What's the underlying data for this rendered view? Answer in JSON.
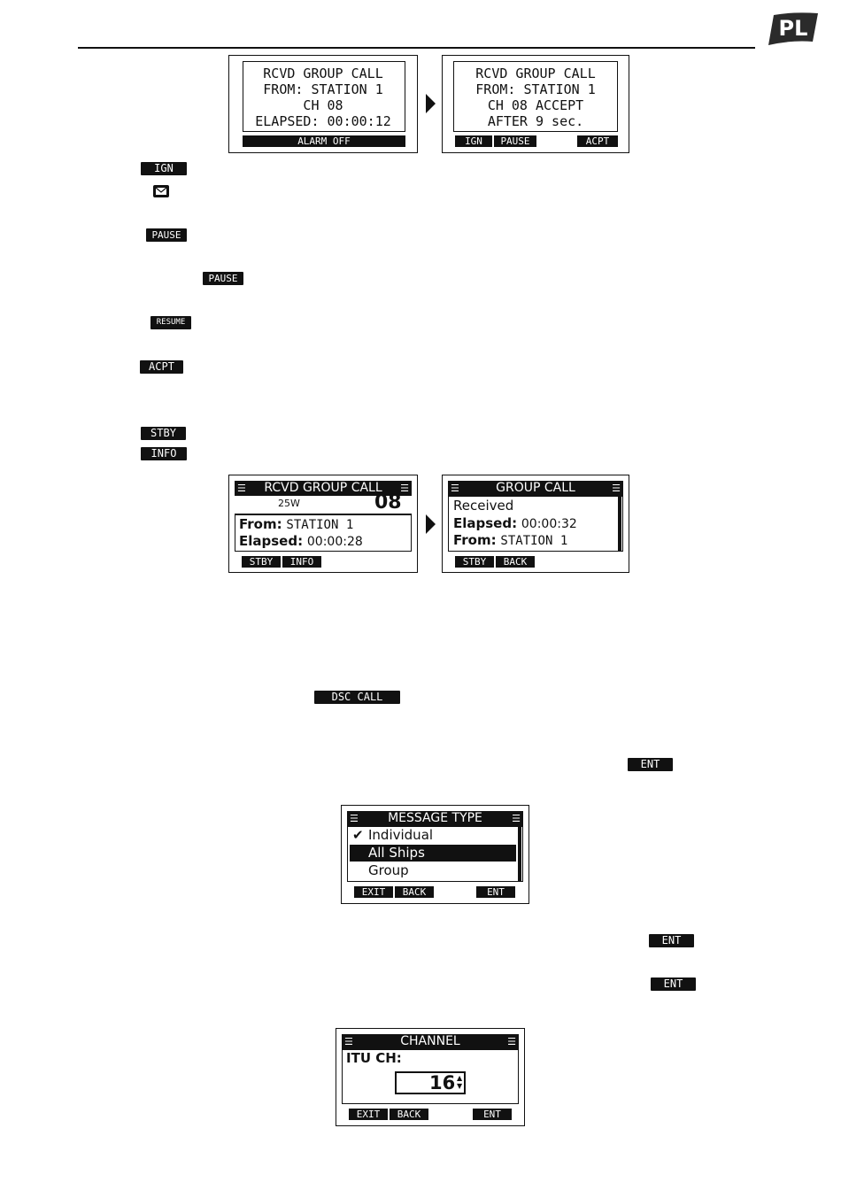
{
  "page": {
    "lang_tab": "PL"
  },
  "screen1": {
    "lines": [
      "RCVD GROUP CALL",
      "FROM: STATION 1",
      "CH 08",
      "ELAPSED: 00:00:12"
    ],
    "softkey": "ALARM OFF"
  },
  "screen2": {
    "lines": [
      "RCVD GROUP CALL",
      "FROM: STATION 1",
      "CH 08   ACCEPT",
      "AFTER 9 sec."
    ],
    "softkeys": [
      "IGN",
      "PAUSE",
      "ACPT"
    ]
  },
  "key_icons": {
    "ign": "IGN",
    "pause": "PAUSE",
    "pause2": "PAUSE",
    "resume": "RESUME",
    "acpt": "ACPT",
    "stby": "STBY",
    "info": "INFO",
    "dsc_call": "DSC CALL",
    "ent1": "ENT",
    "ent2": "ENT",
    "ent3": "ENT"
  },
  "screen3": {
    "title": "RCVD GROUP CALL",
    "power": "25W",
    "channel": "08",
    "from_label": "From:",
    "from_value": "STATION 1",
    "elapsed_label": "Elapsed:",
    "elapsed_value": "00:00:28",
    "softkeys": [
      "STBY",
      "INFO"
    ]
  },
  "screen4": {
    "title": "GROUP CALL",
    "line1": "Received",
    "elapsed_label": "Elapsed:",
    "elapsed_value": "00:00:32",
    "from_label": "From:",
    "from_value": "STATION 1",
    "softkeys": [
      "STBY",
      "BACK"
    ]
  },
  "screen5": {
    "title": "MESSAGE TYPE",
    "check": "✔",
    "items": [
      "Individual",
      "All Ships",
      "Group"
    ],
    "softkeys": [
      "EXIT",
      "BACK",
      "ENT"
    ]
  },
  "screen6": {
    "title": "CHANNEL",
    "label": "ITU CH:",
    "value": "16",
    "softkeys": [
      "EXIT",
      "BACK",
      "ENT"
    ]
  }
}
